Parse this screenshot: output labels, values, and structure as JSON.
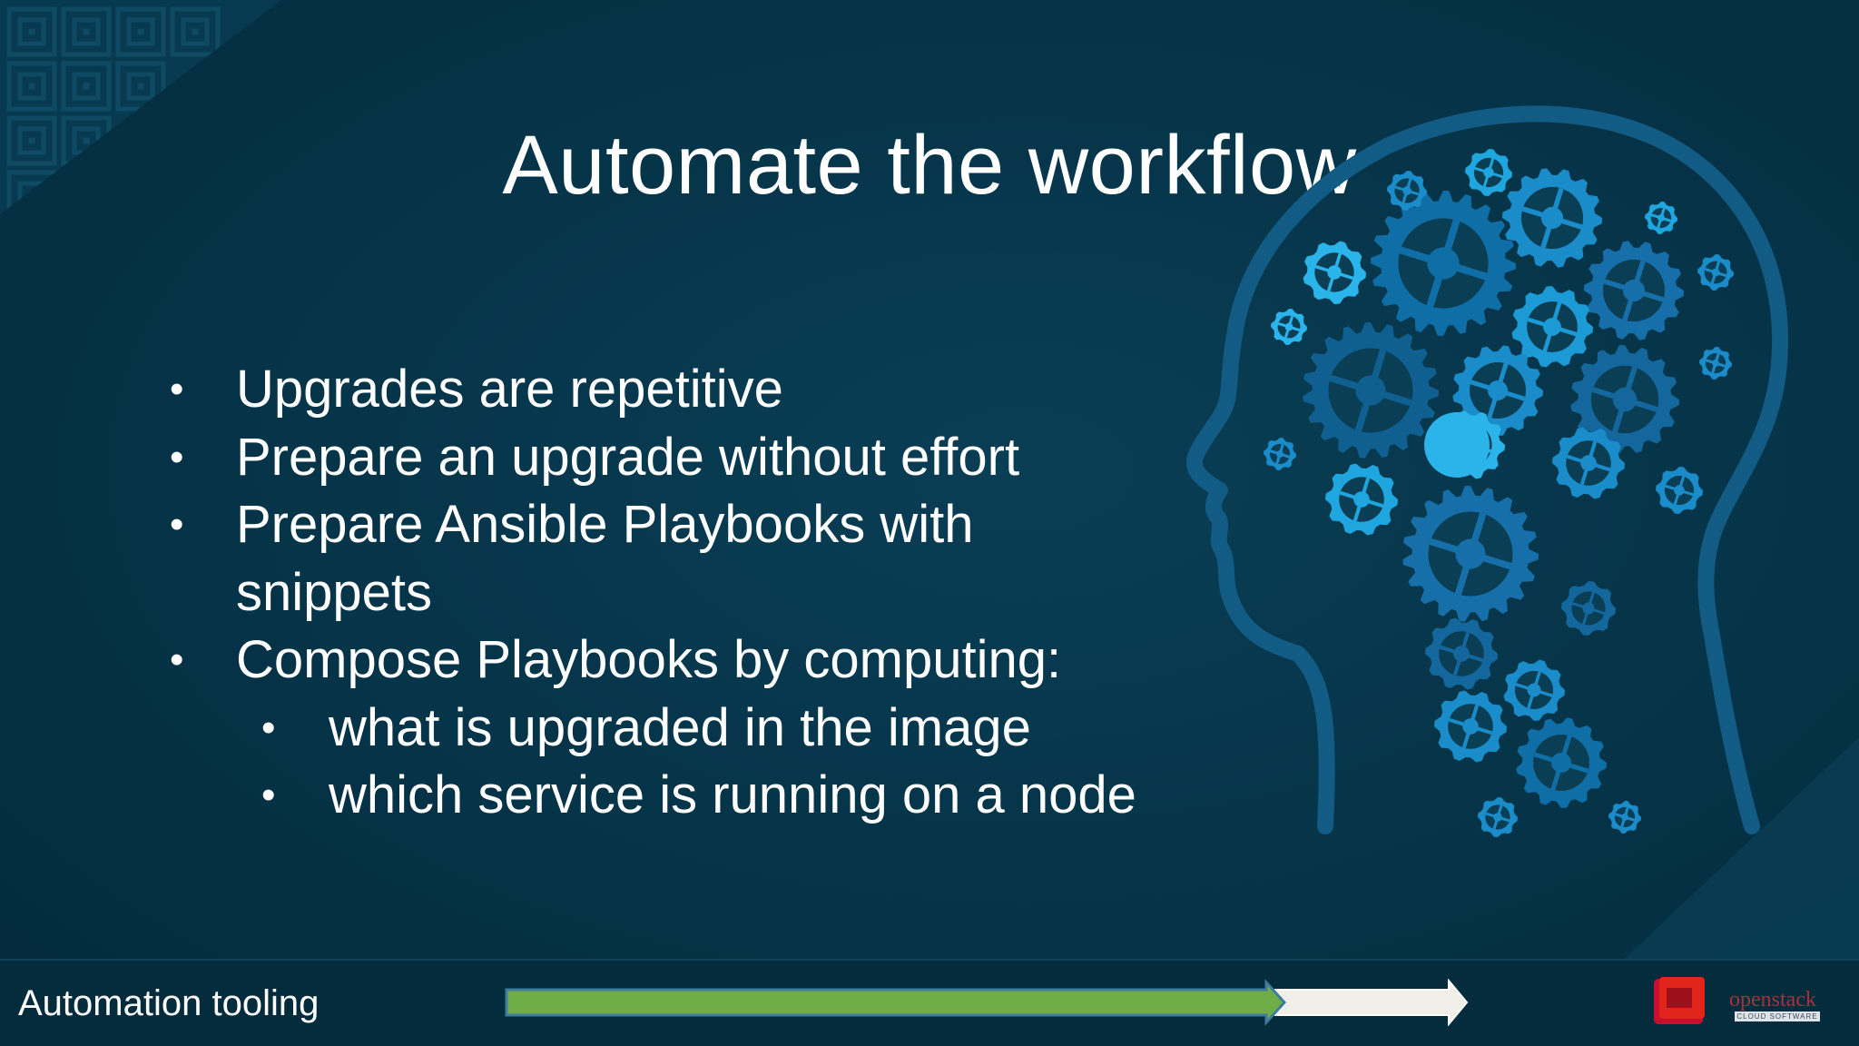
{
  "slide": {
    "title": "Automate the workflow",
    "bullets": [
      {
        "text": "Upgrades are repetitive",
        "level": 1
      },
      {
        "text": "Prepare an upgrade without effort",
        "level": 1
      },
      {
        "text": "Prepare Ansible Playbooks with",
        "level": 1
      },
      {
        "text": "snippets",
        "level": 1,
        "continuation": true
      },
      {
        "text": "Compose Playbooks by computing:",
        "level": 1
      },
      {
        "text": "what is upgraded in the image",
        "level": 2
      },
      {
        "text": "which service is running on a node",
        "level": 2
      }
    ],
    "bullet_glyph": "•",
    "illustration_icon": "head-gears-icon"
  },
  "footer": {
    "section_label": "Automation tooling",
    "progress": {
      "completed_fraction": 0.81,
      "completed_color": "#70ad47",
      "remaining_color": "#f2efe8"
    },
    "logos": [
      "redhat-logo-icon",
      "openstack-logo"
    ],
    "openstack_text": "openstack",
    "openstack_subtext": "CLOUD SOFTWARE"
  },
  "colors": {
    "background": "#053246",
    "accent": "#1fa6de",
    "text": "#ffffff"
  }
}
